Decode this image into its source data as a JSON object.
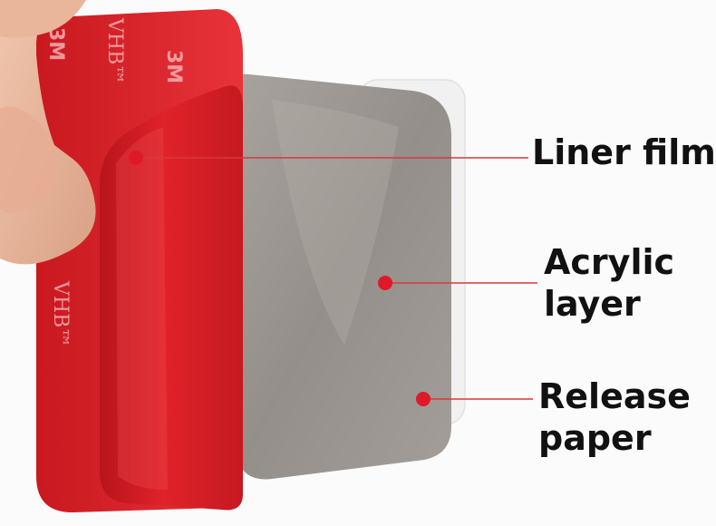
{
  "labels": {
    "liner": {
      "lines": [
        "Liner film"
      ]
    },
    "acrylic": {
      "lines": [
        "Acrylic",
        "layer"
      ]
    },
    "release": {
      "lines": [
        "Release",
        "paper"
      ]
    }
  },
  "brand_marks": [
    "3M",
    "VHB™"
  ],
  "colors": {
    "liner_red": "#d91b22",
    "acrylic_gray": "#9a9590",
    "release_white": "#f2f2f2",
    "marker_red": "#e0192a",
    "leader_line": "#d63a3a",
    "skin": "#e8b9a0"
  }
}
